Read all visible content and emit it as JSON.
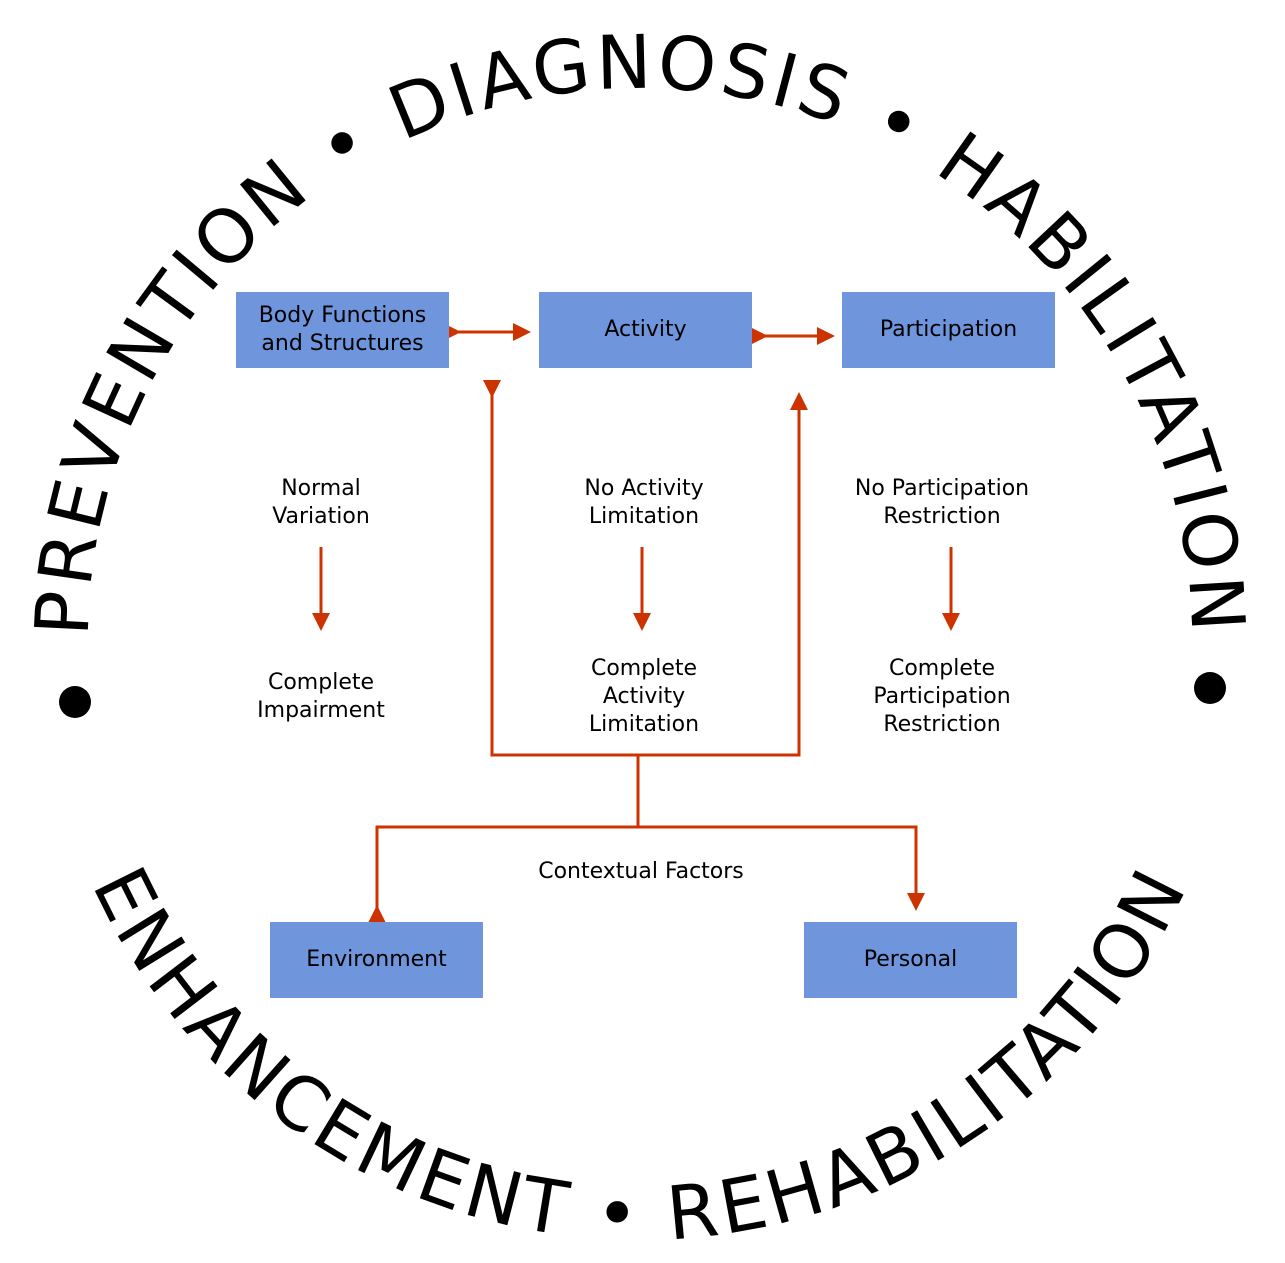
{
  "ring": {
    "top_text": "PREVENTION • DIAGNOSIS • HABILITATION",
    "bottom_text": "ENHANCEMENT • REHABILITATION",
    "left_dot": "•",
    "right_dot": "•"
  },
  "boxes": {
    "body_functions": "Body Functions and Structures",
    "activity": "Activity",
    "participation": "Participation",
    "environment": "Environment",
    "personal": "Personal"
  },
  "labels": {
    "normal_variation": "Normal Variation",
    "complete_impairment": "Complete Impairment",
    "no_activity_limitation": "No Activity Limitation",
    "complete_activity_limitation": "Complete Activity Limitation",
    "no_participation_restriction": "No Participation Restriction",
    "complete_participation_restriction": "Complete Participation Restriction",
    "contextual_factors": "Contextual Factors"
  },
  "colors": {
    "box_fill": "#6f95dc",
    "arrow": "#cc3300"
  }
}
